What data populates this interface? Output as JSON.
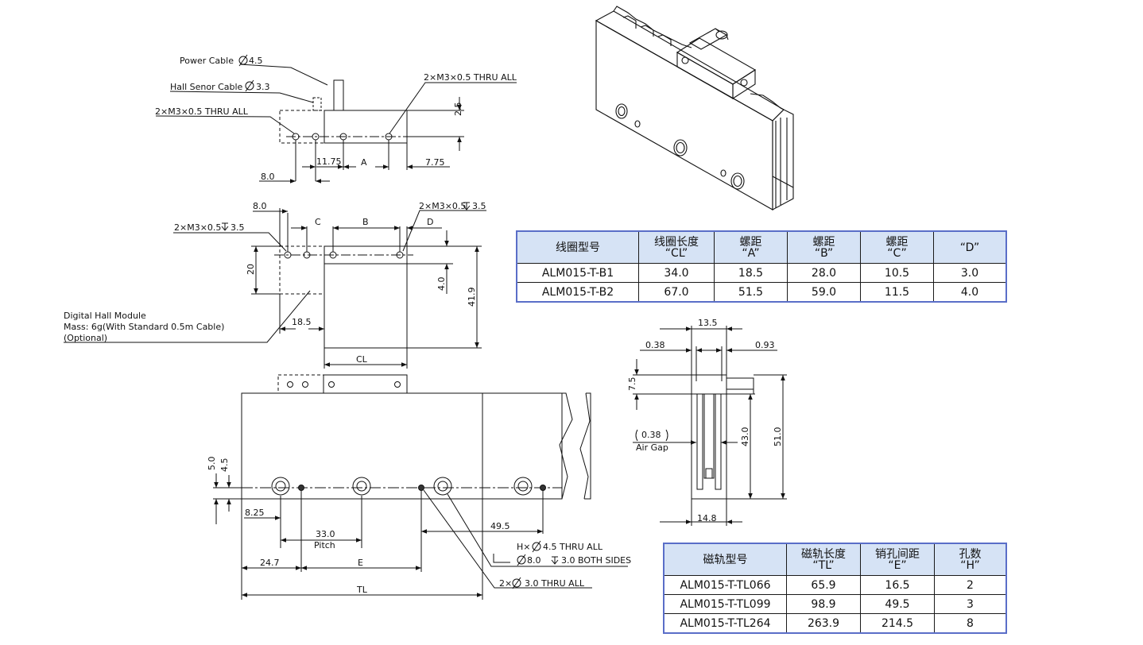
{
  "labels": {
    "power_cable": "Power Cable",
    "power_cable_dia": "4.5",
    "hall_cable": "Hall Senor Cable",
    "hall_cable_dia": "3.3",
    "thru_all_left": "2×M3×0.5 THRU ALL",
    "thru_all_right": "2×M3×0.5 THRU ALL",
    "dim_2_5": "2.5",
    "dim_8_0_top": "8.0",
    "dim_11_75": "11.75",
    "dim_A": "A",
    "dim_7_75": "7.75",
    "dim_8_0_mid": "8.0",
    "dim_C": "C",
    "dim_B": "B",
    "dim_D": "D",
    "tap_right": "2×M3×0.5",
    "tap_right_depth": "3.5",
    "tap_left": "2×M3×0.5",
    "tap_left_depth": "3.5",
    "dim_20": "20",
    "dim_4_0": "4.0",
    "dim_41_9": "41.9",
    "hall_module_1": "Digital Hall Module",
    "hall_module_2": "Mass: 6g(With Standard 0.5m Cable)",
    "hall_module_3": "(Optional)",
    "dim_18_5": "18.5",
    "dim_CL": "CL",
    "dim_5_0": "5.0",
    "dim_4_5": "4.5",
    "dim_8_25": "8.25",
    "dim_33_0": "33.0",
    "pitch": "Pitch",
    "dim_49_5": "49.5",
    "dim_24_7": "24.7",
    "dim_E": "E",
    "dim_TL": "TL",
    "hole_note_1a": "H×",
    "hole_note_1b": "4.5 THRU ALL",
    "hole_note_2a": "8.0",
    "hole_note_2b": "3.0 BOTH SIDES",
    "pin_note_a": "2×",
    "pin_note_b": "3.0 THRU ALL",
    "dim_13_5": "13.5",
    "dim_0_38_top": "0.38",
    "dim_0_93": "0.93",
    "dim_7_5": "7.5",
    "dim_0_38_gap": "0.38",
    "air_gap": "Air Gap",
    "dim_43_0": "43.0",
    "dim_51_0": "51.0",
    "dim_14_8": "14.8"
  },
  "coil_table": {
    "headers": [
      [
        "线圈型号"
      ],
      [
        "线圈长度",
        "“CL”"
      ],
      [
        "螺距",
        "“A”"
      ],
      [
        "螺距",
        "“B”"
      ],
      [
        "螺距",
        "“C”"
      ],
      [
        "“D”"
      ]
    ],
    "rows": [
      [
        "ALM015-T-B1",
        "34.0",
        "18.5",
        "28.0",
        "10.5",
        "3.0"
      ],
      [
        "ALM015-T-B2",
        "67.0",
        "51.5",
        "59.0",
        "11.5",
        "4.0"
      ]
    ]
  },
  "magnet_table": {
    "headers": [
      [
        "磁轨型号"
      ],
      [
        "磁轨长度",
        "“TL”"
      ],
      [
        "销孔间距",
        "“E”"
      ],
      [
        "孔数",
        "“H”"
      ]
    ],
    "rows": [
      [
        "ALM015-T-TL066",
        "65.9",
        "16.5",
        "2"
      ],
      [
        "ALM015-T-TL099",
        "98.9",
        "49.5",
        "3"
      ],
      [
        "ALM015-T-TL264",
        "263.9",
        "214.5",
        "8"
      ]
    ]
  },
  "colors": {
    "line": "#111111",
    "table_header": "#d6e3f5",
    "table_border": "#5a6ec8"
  }
}
